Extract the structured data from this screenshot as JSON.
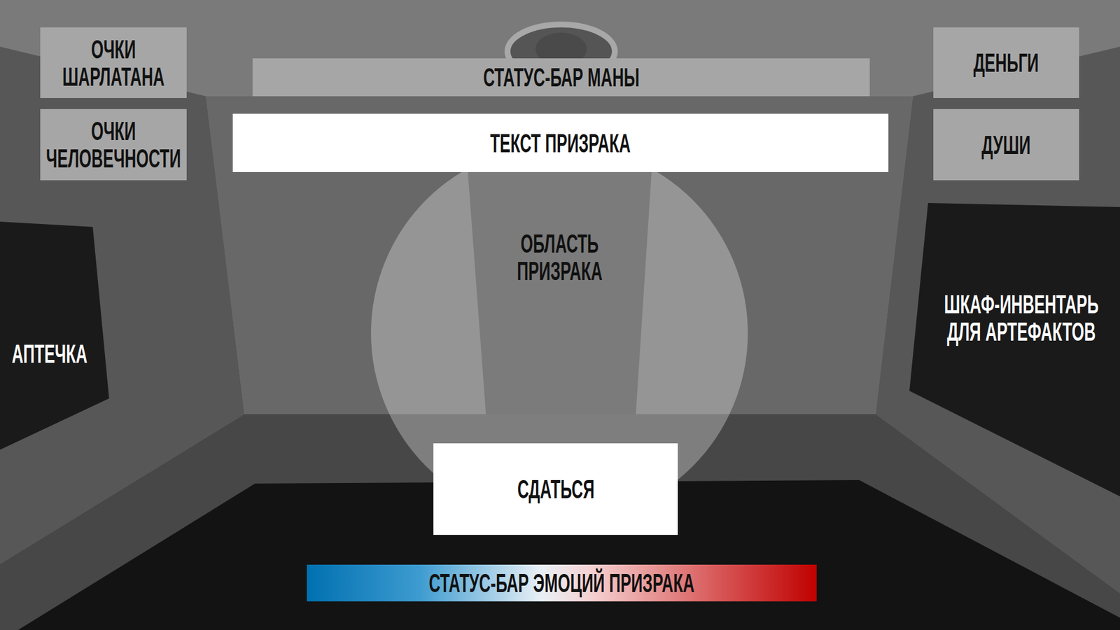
{
  "diagram": {
    "nodes": [
      {
        "text": [
          "ОЧКИ ШАРЛАТАНА"
        ]
      },
      {
        "text": [
          "СТАТУС-БАР МАНЫ"
        ]
      },
      {
        "text": [
          "ДЕНЬГИ"
        ]
      },
      {
        "text": [
          "ОЧКИ ЧЕЛОВЕЧНОСТИ"
        ]
      },
      {
        "text": [
          "ТЕКСТ ПРИЗРАКА"
        ]
      },
      {
        "text": [
          "ДУШИ"
        ]
      },
      {
        "text": [
          "ОБЛАСТЬ ПРИЗРАКА"
        ]
      },
      {
        "text": [
          "ШКАФ-ИНВЕНТАРЬ ДЛЯ АРТЕФАКТОВ"
        ]
      },
      {
        "text": [
          "АПТЕЧКА"
        ]
      },
      {
        "text": [
          "СДАТЬСЯ"
        ]
      },
      {
        "text": [
          "СТАТУС-БАР ЭМОЦИЙ ПРИЗРАКА"
        ]
      }
    ]
  }
}
